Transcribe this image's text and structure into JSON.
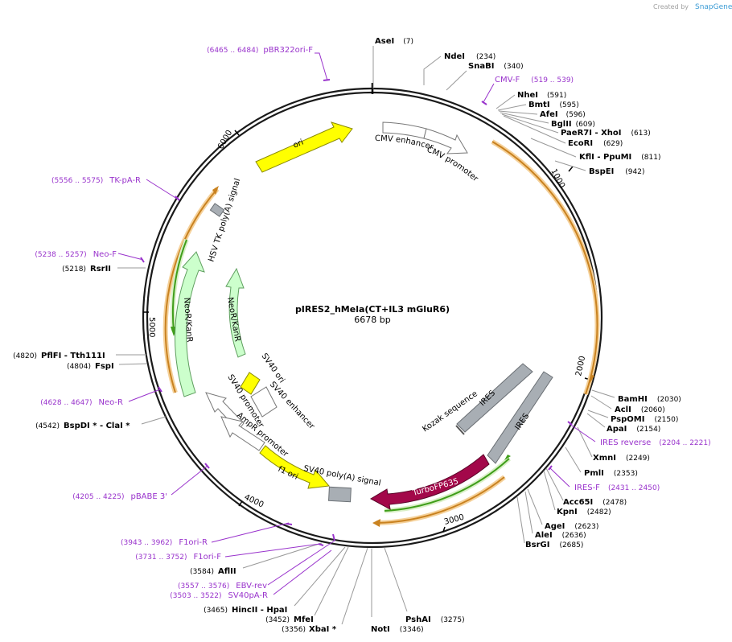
{
  "header": {
    "credit_prefix": "Created by",
    "credit_brand": "SnapGene"
  },
  "plasmid": {
    "name": "pIRES2_hMela(CT+IL3 mGluR6)",
    "length_label": "6678 bp",
    "length": 6678
  },
  "tick_labels": [
    "1000",
    "2000",
    "3000",
    "4000",
    "5000",
    "6000"
  ],
  "restriction_sites": [
    {
      "name": "AseI",
      "pos": "(7)"
    },
    {
      "name": "NdeI",
      "pos": "(234)"
    },
    {
      "name": "SnaBI",
      "pos": "(340)"
    },
    {
      "name": "NheI",
      "pos": "(591)"
    },
    {
      "name": "BmtI",
      "pos": "(595)"
    },
    {
      "name": "AfeI",
      "pos": "(596)"
    },
    {
      "name": "BglII",
      "pos": "(609)"
    },
    {
      "name": "PaeR7I - XhoI",
      "pos": "(613)"
    },
    {
      "name": "EcoRI",
      "pos": "(629)"
    },
    {
      "name": "KflI - PpuMI",
      "pos": "(811)"
    },
    {
      "name": "BspEI",
      "pos": "(942)"
    },
    {
      "name": "BamHI",
      "pos": "(2030)"
    },
    {
      "name": "AclI",
      "pos": "(2060)"
    },
    {
      "name": "PspOMI",
      "pos": "(2150)"
    },
    {
      "name": "ApaI",
      "pos": "(2154)"
    },
    {
      "name": "XmnI",
      "pos": "(2249)"
    },
    {
      "name": "PmlI",
      "pos": "(2353)"
    },
    {
      "name": "Acc65I",
      "pos": "(2478)"
    },
    {
      "name": "KpnI",
      "pos": "(2482)"
    },
    {
      "name": "AgeI",
      "pos": "(2623)"
    },
    {
      "name": "AleI",
      "pos": "(2636)"
    },
    {
      "name": "BsrGI",
      "pos": "(2685)"
    },
    {
      "name": "PshAI",
      "pos": "(3275)"
    },
    {
      "name": "NotI",
      "pos": "(3346)"
    },
    {
      "name": "XbaI *",
      "pos": "(3356)"
    },
    {
      "name": "MfeI",
      "pos": "(3452)"
    },
    {
      "name": "HincII - HpaI",
      "pos": "(3465)"
    },
    {
      "name": "AflII",
      "pos": "(3584)"
    },
    {
      "name": "BspDI * - ClaI *",
      "pos": "(4542)"
    },
    {
      "name": "FspI",
      "pos": "(4804)"
    },
    {
      "name": "PflFI - Tth111I",
      "pos": "(4820)"
    },
    {
      "name": "RsrII",
      "pos": "(5218)"
    }
  ],
  "primers": [
    {
      "name": "pBR322ori-F",
      "range": "(6465 .. 6484)"
    },
    {
      "name": "CMV-F",
      "range": "(519 .. 539)"
    },
    {
      "name": "IRES reverse",
      "range": "(2204 .. 2221)"
    },
    {
      "name": "IRES-F",
      "range": "(2431 .. 2450)"
    },
    {
      "name": "pBABE 3'",
      "range": "(4205 .. 4225)"
    },
    {
      "name": "F1ori-R",
      "range": "(3943 .. 3962)"
    },
    {
      "name": "F1ori-F",
      "range": "(3731 .. 3752)"
    },
    {
      "name": "EBV-rev",
      "range": "(3557 .. 3576)"
    },
    {
      "name": "SV40pA-R",
      "range": "(3503 .. 3522)"
    },
    {
      "name": "Neo-R",
      "range": "(4628 .. 4647)"
    },
    {
      "name": "Neo-F",
      "range": "(5238 .. 5257)"
    },
    {
      "name": "TK-pA-R",
      "range": "(5556 .. 5575)"
    }
  ],
  "features": {
    "cmv_enhancer": "CMV enhancer",
    "cmv_promoter": "CMV promoter",
    "ori": "ori",
    "hsv_tk_polya": "HSV TK poly(A) signal",
    "neokanr_outer": "NeoR/KanR",
    "neokanr_inner": "NeoR/KanR",
    "sv40_ori": "SV40 ori",
    "sv40_enhancer": "SV40 enhancer",
    "sv40_promoter": "SV40 promoter",
    "ampr_promoter": "AmpR promoter",
    "f1_ori": "f1 ori",
    "sv40_polya": "SV40 poly(A) signal",
    "turbofp635": "TurboFP635",
    "ires_inner": "IRES",
    "ires_outer": "IRES",
    "kozak": "Kozak sequence"
  },
  "colors": {
    "backbone": "#1a1a1a",
    "primer": "#9933cc",
    "ori_yellow": "#ffff00",
    "neo_green": "#ccffcc",
    "turbo_red": "#a3084a",
    "ires_gray": "#a8aeb4",
    "cds_orange": "#d9902a",
    "cds_green": "#3f9e1a"
  }
}
